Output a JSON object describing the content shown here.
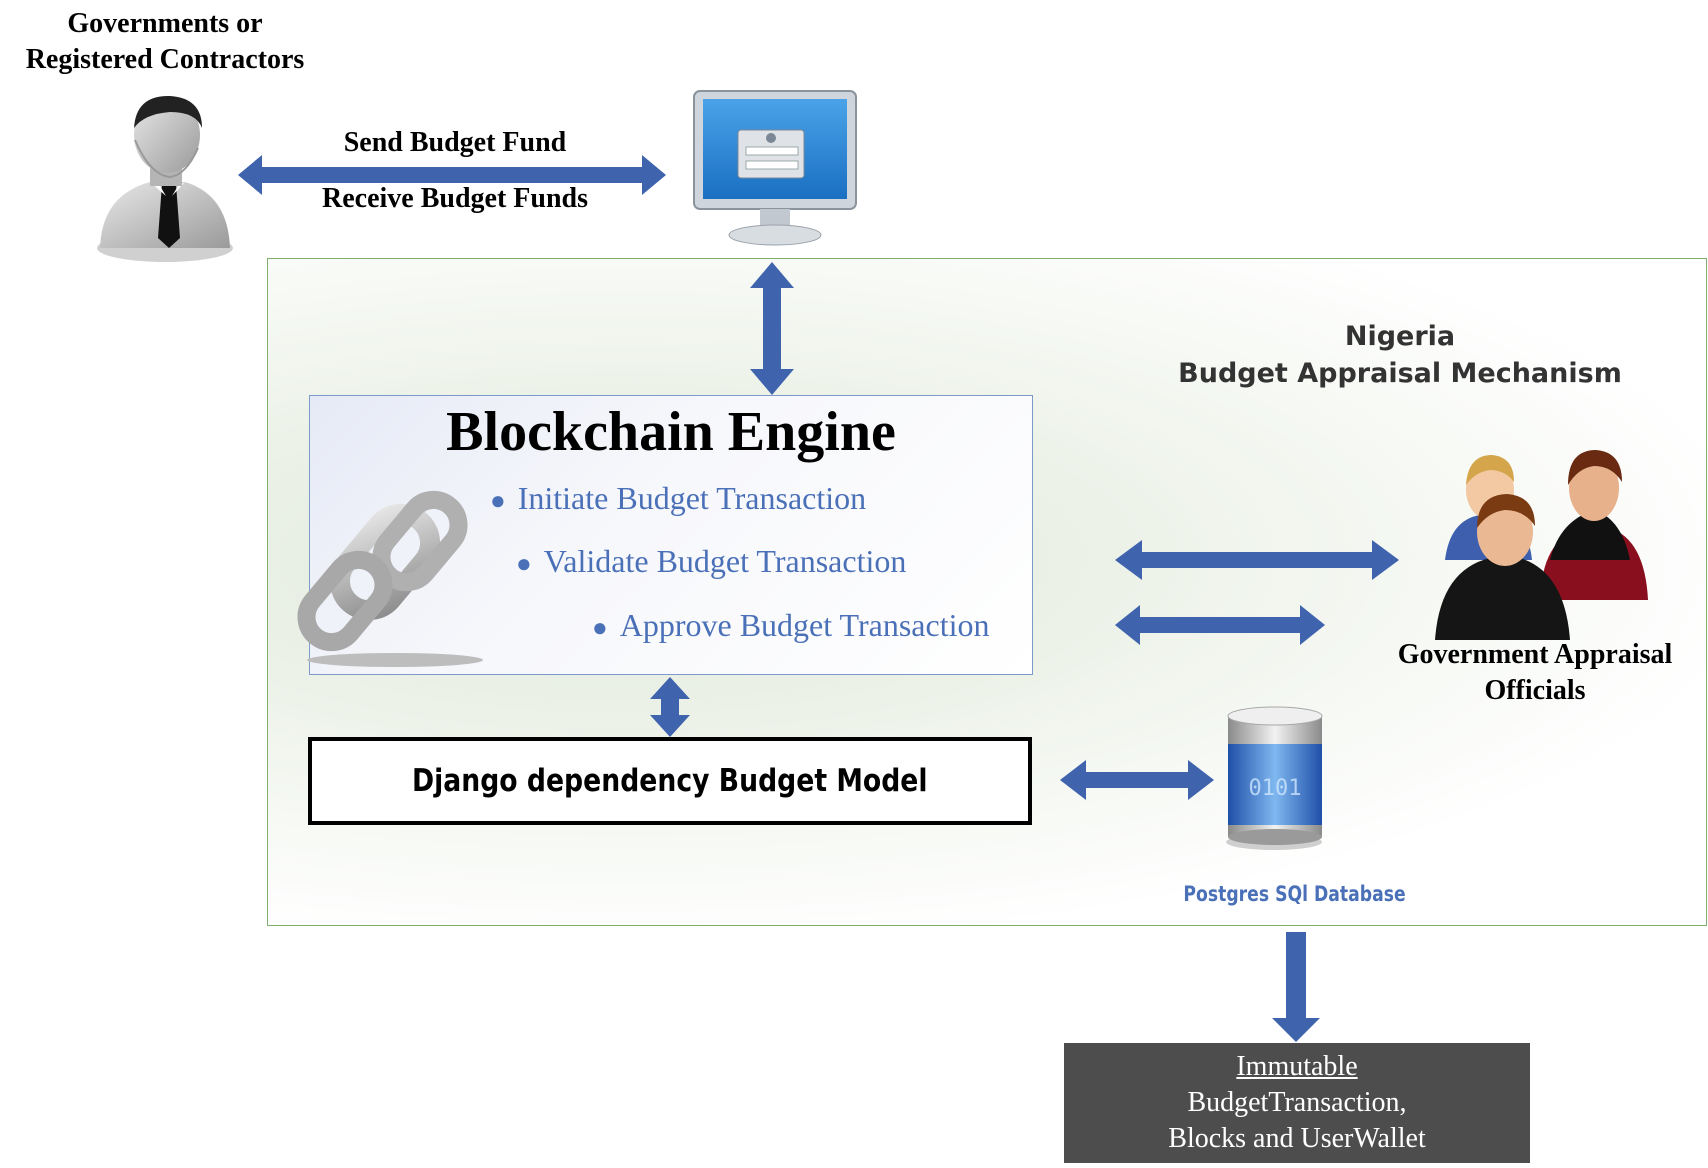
{
  "actor": {
    "title_line1": "Governments or",
    "title_line2": "Registered Contractors",
    "icon": "businessman-icon"
  },
  "link_labels": {
    "send": "Send Budget Fund",
    "receive": "Receive Budget Funds"
  },
  "terminal": {
    "icon": "computer-monitor-icon"
  },
  "frame": {
    "title_line1": "Nigeria",
    "title_line2": "Budget Appraisal Mechanism"
  },
  "engine": {
    "title": "Blockchain Engine",
    "icon": "chain-link-icon",
    "steps": [
      "Initiate Budget Transaction",
      "Validate Budget Transaction",
      "Approve Budget Transaction"
    ]
  },
  "model": {
    "label": "Django dependency Budget Model"
  },
  "database": {
    "label": "Postgres SQl Database",
    "icon": "database-cylinder-icon"
  },
  "officials": {
    "label_line1": "Government Appraisal",
    "label_line2": "Officials",
    "icon": "group-of-people-icon"
  },
  "ledger": {
    "heading": "Immutable",
    "line1": "BudgetTransaction,",
    "line2": "Blocks and UserWallet"
  },
  "colors": {
    "arrow": "#3f63ad",
    "frame_border": "#7fae6e",
    "step_text": "#4a70b8",
    "ledger_bg": "#4d4d4d"
  }
}
